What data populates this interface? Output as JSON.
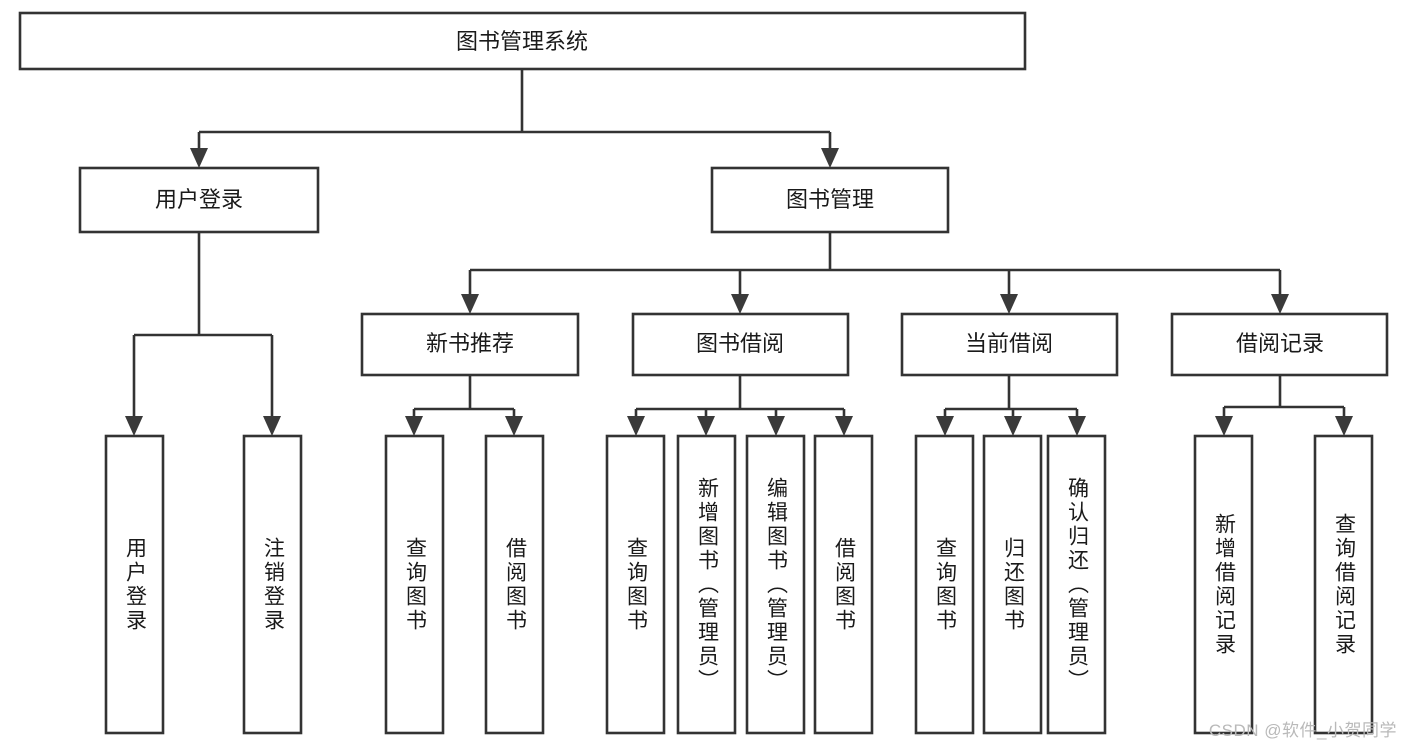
{
  "diagram": {
    "title": "图书管理系统",
    "type": "hierarchy-tree",
    "watermark": "CSDN @软件_小贺同学",
    "colors": {
      "stroke": "#333333",
      "fill": "#ffffff",
      "text": "#1a1a1a",
      "watermark": "#b9b9b9"
    },
    "levels": {
      "level1": [
        {
          "id": "root",
          "label": "图书管理系统"
        }
      ],
      "level2": [
        {
          "id": "user-login",
          "label": "用户登录"
        },
        {
          "id": "book-manage",
          "label": "图书管理"
        }
      ],
      "level3": [
        {
          "id": "new-book-recommend",
          "label": "新书推荐"
        },
        {
          "id": "book-borrow",
          "label": "图书借阅"
        },
        {
          "id": "current-borrow",
          "label": "当前借阅"
        },
        {
          "id": "borrow-record",
          "label": "借阅记录"
        }
      ],
      "level4": [
        {
          "id": "leaf-user-login",
          "label": "用户登录",
          "parent": "user-login"
        },
        {
          "id": "leaf-logout-login",
          "label": "注销登录",
          "parent": "user-login"
        },
        {
          "id": "leaf-query-book-1",
          "label": "查询图书",
          "parent": "new-book-recommend"
        },
        {
          "id": "leaf-borrow-book-1",
          "label": "借阅图书",
          "parent": "new-book-recommend"
        },
        {
          "id": "leaf-query-book-2",
          "label": "查询图书",
          "parent": "book-borrow"
        },
        {
          "id": "leaf-add-book",
          "label": "新增图书（管理员）",
          "parent": "book-borrow"
        },
        {
          "id": "leaf-edit-book",
          "label": "编辑图书（管理员）",
          "parent": "book-borrow"
        },
        {
          "id": "leaf-borrow-book-2",
          "label": "借阅图书",
          "parent": "book-borrow"
        },
        {
          "id": "leaf-query-book-3",
          "label": "查询图书",
          "parent": "current-borrow"
        },
        {
          "id": "leaf-return-book",
          "label": "归还图书",
          "parent": "current-borrow"
        },
        {
          "id": "leaf-confirm-return",
          "label": "确认归还（管理员）",
          "parent": "current-borrow"
        },
        {
          "id": "leaf-add-record",
          "label": "新增借阅记录",
          "parent": "borrow-record"
        },
        {
          "id": "leaf-query-record",
          "label": "查询借阅记录",
          "parent": "borrow-record"
        }
      ]
    }
  }
}
